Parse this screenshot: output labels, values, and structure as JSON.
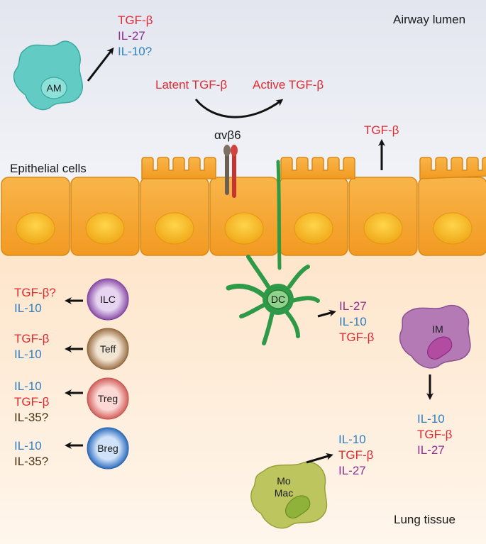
{
  "regions": {
    "airway_lumen": "Airway lumen",
    "epithelial_cells": "Epithelial cells",
    "lung_tissue": "Lung tissue"
  },
  "integrin": "αvβ6",
  "activation": {
    "latent": "Latent TGF-β",
    "active": "Active TGF-β"
  },
  "epithelial_output": "TGF-β",
  "am": {
    "name": "AM",
    "outputs": [
      "TGF-β",
      "IL-27",
      "IL-10?"
    ]
  },
  "dc": {
    "name": "DC",
    "outputs": [
      "IL-27",
      "IL-10",
      "TGF-β"
    ]
  },
  "im": {
    "name": "IM",
    "outputs": [
      "IL-10",
      "TGF-β",
      "IL-27"
    ]
  },
  "momac": {
    "name_line1": "Mo",
    "name_line2": "Mac",
    "outputs": [
      "IL-10",
      "TGF-β",
      "IL-27"
    ]
  },
  "ilc": {
    "name": "ILC",
    "outputs": [
      "TGF-β?",
      "IL-10"
    ]
  },
  "teff": {
    "name": "Teff",
    "outputs": [
      "TGF-β",
      "IL-10"
    ]
  },
  "treg": {
    "name": "Treg",
    "outputs": [
      "IL-10",
      "TGF-β",
      "IL-35?"
    ]
  },
  "breg": {
    "name": "Breg",
    "outputs": [
      "IL-10",
      "IL-35?"
    ]
  },
  "colors": {
    "tgf": "#e02a32",
    "il27": "#8e2e8f",
    "il10": "#2f7fc1",
    "il35": "#4a3312",
    "epithelium": "#f5a623",
    "dc": "#2e9a48",
    "am": "#5cc7c0",
    "im": "#b47ab5",
    "momac": "#b9c25a",
    "ilc": "#9b5db5",
    "teff": "#a9825c",
    "treg": "#e07a76",
    "breg": "#4a86cf"
  }
}
